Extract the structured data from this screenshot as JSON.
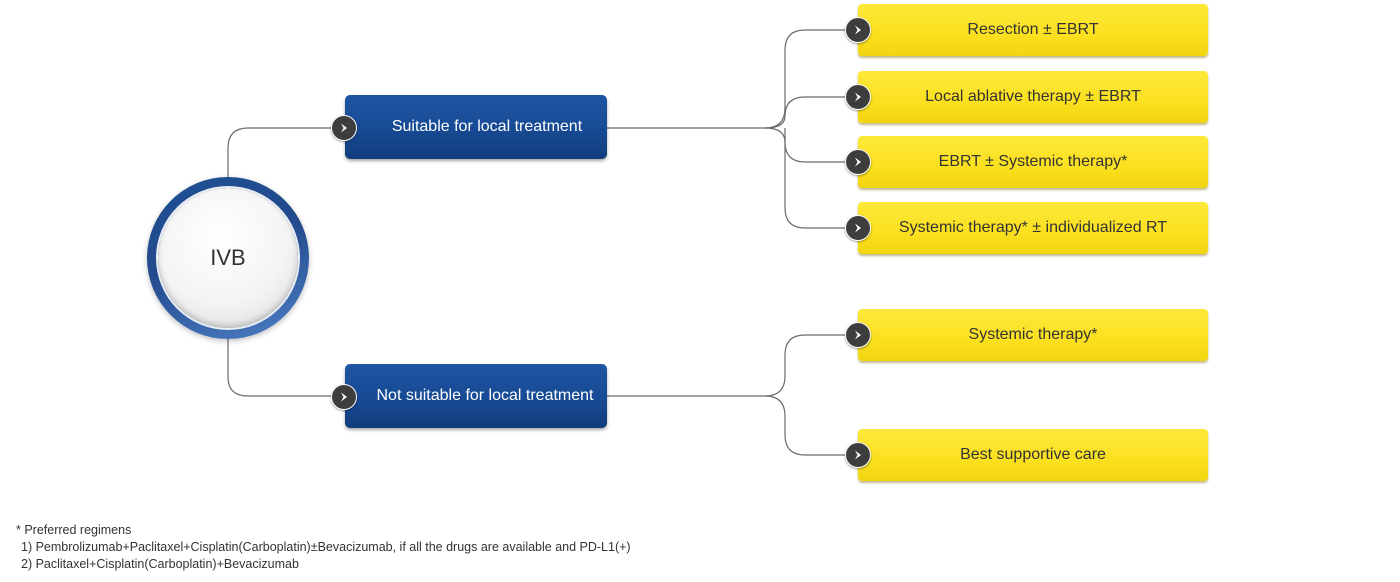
{
  "root": {
    "label": "IVB"
  },
  "branches": [
    {
      "label": "Suitable for local treatment"
    },
    {
      "label": "Not suitable for local treatment"
    }
  ],
  "outcomes": [
    "Resection ± EBRT",
    "Local ablative therapy ± EBRT",
    "EBRT ± Systemic therapy*",
    "Systemic therapy* ± individualized RT",
    "Systemic therapy*",
    "Best supportive care"
  ],
  "footnotes": {
    "heading": "* Preferred regimens",
    "items": [
      "1) Pembrolizumab+Paclitaxel+Cisplatin(Carboplatin)±Bevacizumab, if all the drugs are available and PD-L1(+)",
      "2) Paclitaxel+Cisplatin(Carboplatin)+Bevacizumab"
    ]
  },
  "colors": {
    "branch_box": "#174a94",
    "outcome_box": "#fbe01f",
    "connector": "#555555",
    "arrow_icon": "#3d3d3d"
  }
}
